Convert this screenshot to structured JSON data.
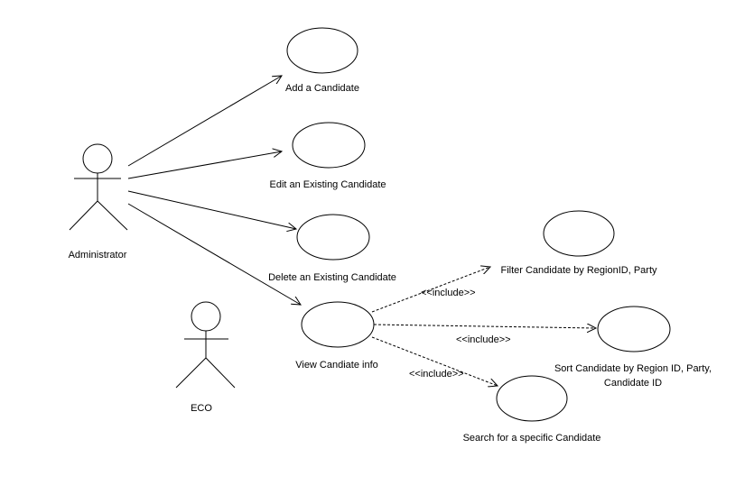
{
  "actors": {
    "administrator": "Administrator",
    "eco": "ECO"
  },
  "use_cases": {
    "add": "Add a Candidate",
    "edit": "Edit an Existing Candidate",
    "delete": "Delete an Existing Candidate",
    "view": "View Candiate info",
    "filter": "Filter Candidate by RegionID, Party",
    "sort_line1": "Sort Candidate by Region ID, Party,",
    "sort_line2": "Candidate ID",
    "search": "Search for a specific Candidate"
  },
  "relations": {
    "include_filter": "<<include>>",
    "include_sort": "<<include>>",
    "include_search": "<<include>>"
  }
}
